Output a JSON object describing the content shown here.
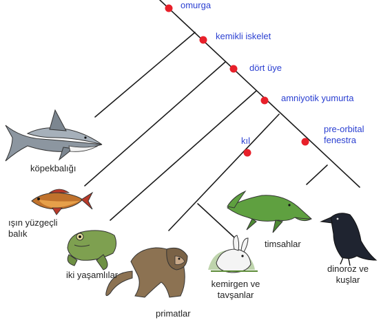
{
  "traits": {
    "vertebra": "omurga",
    "bony_skeleton": "kemikli iskelet",
    "four_limbs": "dört üye",
    "amniotic_egg": "amniyotik yumurta",
    "hair": "kıl",
    "preorbital_line1": "pre-orbital",
    "preorbital_line2": "fenestra"
  },
  "taxa": {
    "shark": "köpekbalığı",
    "rayfin_line1": "ışın yüzgeçli",
    "rayfin_line2": "balık",
    "amphibians": "iki yaşamlılar",
    "primates": "primatlar",
    "rodents_line1": "kemirgen ve",
    "rodents_line2": "tavşanlar",
    "crocodiles": "timsahlar",
    "birds_line1": "dinoroz ve",
    "birds_line2": "kuşlar"
  },
  "colors": {
    "branch": "#1a1a1a",
    "node_marker": "#e8202a",
    "trait_text": "#2a3fd1"
  },
  "icons": [
    "shark-icon",
    "fish-icon",
    "frog-icon",
    "monkey-icon",
    "rabbit-icon",
    "crocodile-icon",
    "crow-icon"
  ]
}
